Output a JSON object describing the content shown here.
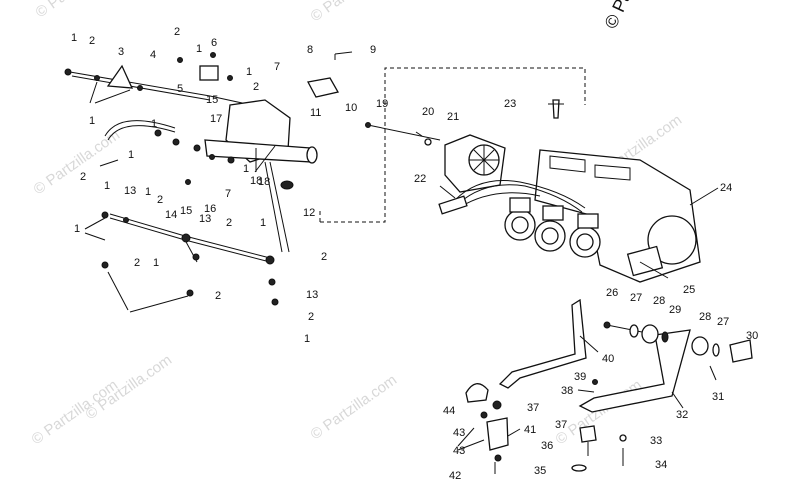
{
  "watermarks": [
    "© Partzilla.com",
    "© Partzilla.com",
    "© Partzilla.com",
    "© Partzilla.com",
    "© Partzilla.com",
    "© Partzilla.com",
    "© Partzilla.com",
    "© Partzilla.com"
  ],
  "corner_watermark": "© Pa",
  "callouts": [
    "1",
    "2",
    "3",
    "4",
    "2",
    "1",
    "6",
    "1",
    "5",
    "1",
    "15",
    "2",
    "7",
    "8",
    "9",
    "10",
    "11",
    "17",
    "1",
    "1",
    "2",
    "15",
    "7",
    "16",
    "18",
    "1",
    "18",
    "12",
    "1",
    "13",
    "1",
    "2",
    "14",
    "13",
    "1",
    "2",
    "1",
    "2",
    "2",
    "1",
    "2",
    "13",
    "2",
    "1",
    "19",
    "20",
    "21",
    "22",
    "23",
    "24",
    "25",
    "26",
    "27",
    "28",
    "29",
    "30",
    "31",
    "40",
    "39",
    "38",
    "28",
    "27",
    "32",
    "44",
    "37",
    "41",
    "43",
    "43",
    "37",
    "36",
    "33",
    "42",
    "35",
    "34"
  ]
}
